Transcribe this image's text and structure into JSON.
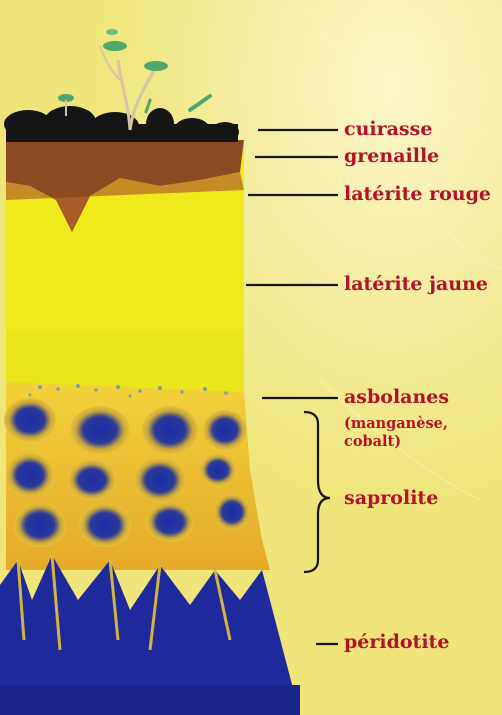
{
  "labels": {
    "cuirasse": "cuirasse",
    "grenaille": "grenaille",
    "laterite_rouge": "latérite rouge",
    "laterite_jaune": "latérite jaune",
    "asbolanes": "asbolanes",
    "asbolanes_detail_1": "(manganèse,",
    "asbolanes_detail_2": "cobalt)",
    "saprolite": "saprolite",
    "peridotite": "péridotite"
  },
  "colors": {
    "background": "#f2e97a",
    "label_red": "#b3122a",
    "cuirasse_black": "#151515",
    "grenaille_brown": "#8a4a22",
    "laterite_yellow": "#f0ea1a",
    "peridotite_blue": "#1e2a9c",
    "saprolite_orange": "#e8a92a",
    "plant_green": "#4ea86a"
  },
  "icons": {
    "plant": "plant-icon"
  }
}
